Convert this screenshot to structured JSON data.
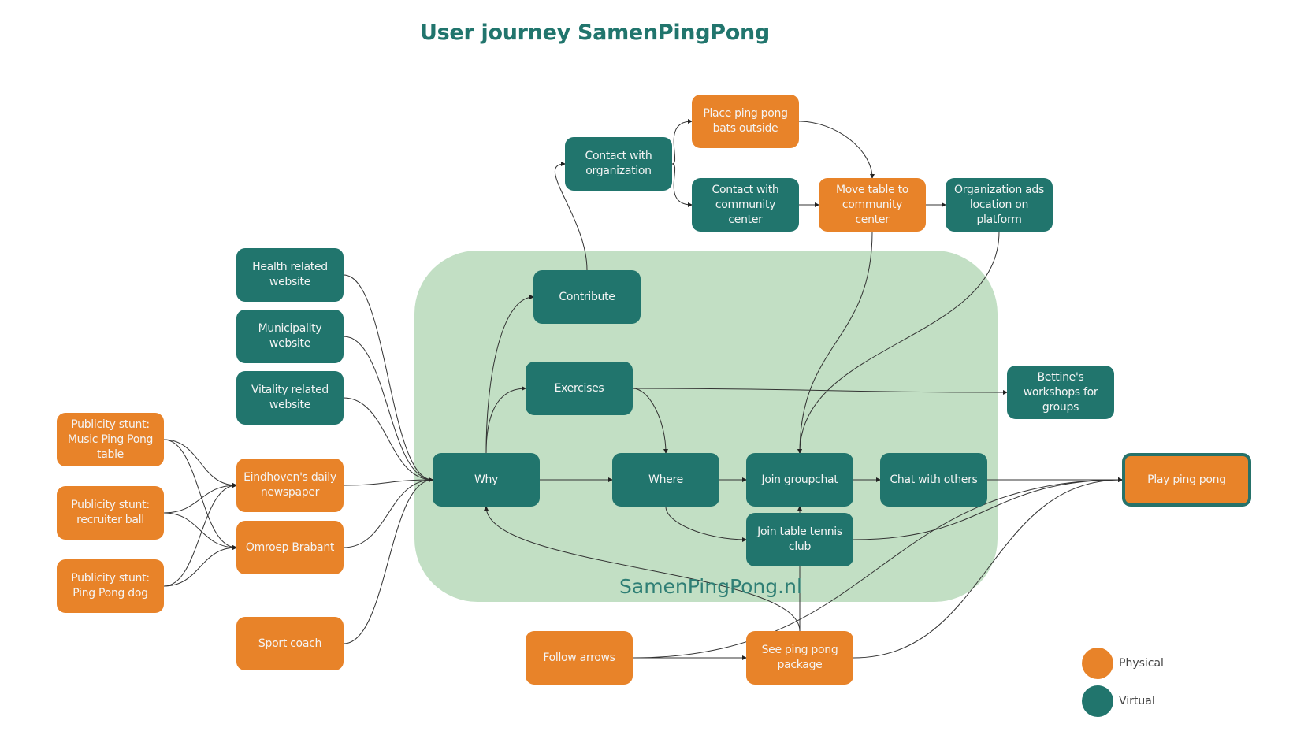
{
  "title": "User journey SamenPingPong",
  "region_label": "SamenPingPong.nl",
  "colors": {
    "physical": "#e88329",
    "virtual": "#21756d",
    "region": "#c2dfc4",
    "title": "#21756d",
    "edge": "#333333"
  },
  "nodes": {
    "health": {
      "label": "Health related website",
      "type": "virtual"
    },
    "municipality": {
      "label": "Municipality website",
      "type": "virtual"
    },
    "vitality": {
      "label": "Vitality related website",
      "type": "virtual"
    },
    "stunt_music": {
      "label": "Publicity stunt: Music Ping Pong table",
      "type": "physical"
    },
    "stunt_recruiter": {
      "label": "Publicity stunt: recruiter ball",
      "type": "physical"
    },
    "stunt_dog": {
      "label": "Publicity stunt: Ping Pong dog",
      "type": "physical"
    },
    "newspaper": {
      "label": "Eindhoven's daily newspaper",
      "type": "physical"
    },
    "omroep": {
      "label": "Omroep Brabant",
      "type": "physical"
    },
    "sportcoach": {
      "label": "Sport coach",
      "type": "physical"
    },
    "contact_org": {
      "label": "Contact with organization",
      "type": "virtual"
    },
    "bats": {
      "label": "Place ping pong bats outside",
      "type": "physical"
    },
    "contact_cc": {
      "label": "Contact with community center",
      "type": "virtual"
    },
    "move_table": {
      "label": "Move table to community center",
      "type": "physical"
    },
    "org_ads": {
      "label": "Organization ads location on platform",
      "type": "virtual"
    },
    "contribute": {
      "label": "Contribute",
      "type": "virtual"
    },
    "exercises": {
      "label": "Exercises",
      "type": "virtual"
    },
    "bettine": {
      "label": "Bettine's workshops for groups",
      "type": "virtual"
    },
    "why": {
      "label": "Why",
      "type": "virtual"
    },
    "where": {
      "label": "Where",
      "type": "virtual"
    },
    "groupchat": {
      "label": "Join groupchat",
      "type": "virtual"
    },
    "chat": {
      "label": "Chat with others",
      "type": "virtual"
    },
    "club": {
      "label": "Join table tennis club",
      "type": "virtual"
    },
    "play": {
      "label": "Play ping pong",
      "type": "physical"
    },
    "follow": {
      "label": "Follow arrows",
      "type": "physical"
    },
    "package": {
      "label": "See ping pong package",
      "type": "physical"
    }
  },
  "edges": [
    [
      "health",
      "why"
    ],
    [
      "municipality",
      "why"
    ],
    [
      "vitality",
      "why"
    ],
    [
      "newspaper",
      "why"
    ],
    [
      "omroep",
      "why"
    ],
    [
      "sportcoach",
      "why"
    ],
    [
      "stunt_music",
      "newspaper"
    ],
    [
      "stunt_music",
      "omroep"
    ],
    [
      "stunt_recruiter",
      "newspaper"
    ],
    [
      "stunt_recruiter",
      "omroep"
    ],
    [
      "stunt_dog",
      "newspaper"
    ],
    [
      "stunt_dog",
      "omroep"
    ],
    [
      "why",
      "contribute"
    ],
    [
      "why",
      "exercises"
    ],
    [
      "why",
      "where"
    ],
    [
      "contribute",
      "contact_org"
    ],
    [
      "contact_org",
      "bats"
    ],
    [
      "contact_org",
      "contact_cc"
    ],
    [
      "contact_cc",
      "move_table"
    ],
    [
      "bats",
      "move_table"
    ],
    [
      "move_table",
      "org_ads"
    ],
    [
      "move_table",
      "groupchat"
    ],
    [
      "org_ads",
      "groupchat"
    ],
    [
      "exercises",
      "bettine"
    ],
    [
      "exercises",
      "where"
    ],
    [
      "where",
      "groupchat"
    ],
    [
      "where",
      "club"
    ],
    [
      "groupchat",
      "chat"
    ],
    [
      "chat",
      "play"
    ],
    [
      "club",
      "play"
    ],
    [
      "package",
      "groupchat"
    ],
    [
      "package",
      "why"
    ],
    [
      "package",
      "play"
    ],
    [
      "follow",
      "package"
    ],
    [
      "follow",
      "play"
    ]
  ],
  "legend": [
    {
      "label": "Physical",
      "type": "physical"
    },
    {
      "label": "Virtual",
      "type": "virtual"
    }
  ]
}
